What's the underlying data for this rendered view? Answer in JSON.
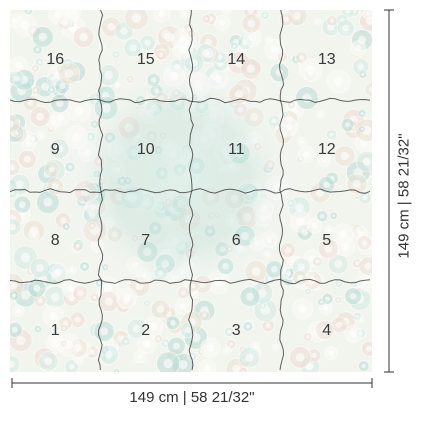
{
  "panels": [
    {
      "label": "16",
      "col": 0,
      "row": 0
    },
    {
      "label": "15",
      "col": 1,
      "row": 0
    },
    {
      "label": "14",
      "col": 2,
      "row": 0
    },
    {
      "label": "13",
      "col": 3,
      "row": 0
    },
    {
      "label": "9",
      "col": 0,
      "row": 1
    },
    {
      "label": "10",
      "col": 1,
      "row": 1
    },
    {
      "label": "11",
      "col": 2,
      "row": 1
    },
    {
      "label": "12",
      "col": 3,
      "row": 1
    },
    {
      "label": "8",
      "col": 0,
      "row": 2
    },
    {
      "label": "7",
      "col": 1,
      "row": 2
    },
    {
      "label": "6",
      "col": 2,
      "row": 2
    },
    {
      "label": "5",
      "col": 3,
      "row": 2
    },
    {
      "label": "1",
      "col": 0,
      "row": 3
    },
    {
      "label": "2",
      "col": 1,
      "row": 3
    },
    {
      "label": "3",
      "col": 2,
      "row": 3
    },
    {
      "label": "4",
      "col": 3,
      "row": 3
    }
  ],
  "dimensions": {
    "width": "149 cm | 58 21/32\"",
    "height": "149 cm | 58 21/32\""
  },
  "colors": {
    "base": "#eef1e8",
    "teal": "#9fcfc6",
    "teal_light": "#c6e4dc",
    "beige": "#e5d7c4",
    "pink": "#ead3c7",
    "white": "#fbfaf6",
    "seam": "#2f2f2f"
  }
}
